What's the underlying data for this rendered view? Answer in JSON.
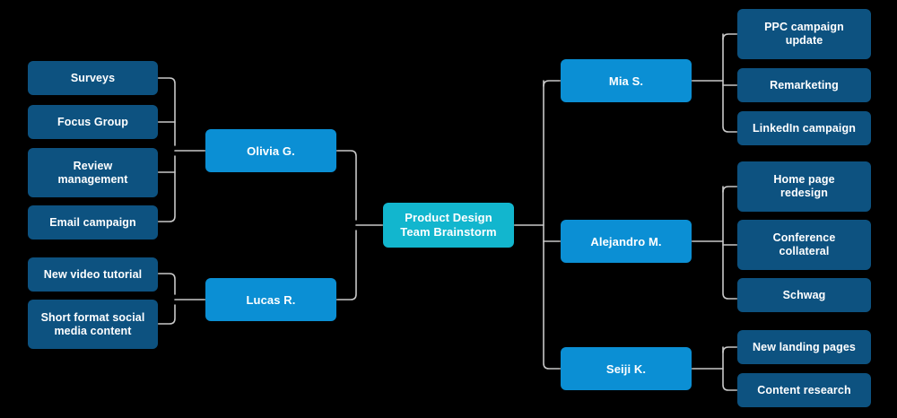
{
  "diagram": {
    "title": "Product Design Team Brainstorm mind map",
    "background_color": "#000000",
    "connector_color": "#c8c8c8",
    "palette": {
      "root": "#12b6ce",
      "person": "#0b8fd4",
      "leaf": "#0d5280",
      "text": "#ffffff"
    },
    "root": {
      "label": "Product Design Team Brainstorm",
      "line1": "Product Design",
      "line2": "Team Brainstorm"
    },
    "left_branches": [
      {
        "person": "Olivia G.",
        "children": [
          "Surveys",
          "Focus Group",
          "Review management",
          "Email campaign"
        ]
      },
      {
        "person": "Lucas R.",
        "children": [
          "New video tutorial",
          "Short format social media content"
        ]
      }
    ],
    "right_branches": [
      {
        "person": "Mia S.",
        "children": [
          "PPC campaign update",
          "Remarketing",
          "LinkedIn campaign"
        ]
      },
      {
        "person": "Alejandro M.",
        "children": [
          "Home page redesign",
          "Conference collateral",
          "Schwag"
        ]
      },
      {
        "person": "Seiji K.",
        "children": [
          "New landing pages",
          "Content research"
        ]
      }
    ],
    "nodes": {
      "surveys": "Surveys",
      "focus_group": "Focus Group",
      "review_management_l1": "Review",
      "review_management_l2": "management",
      "email_campaign": "Email campaign",
      "new_video_tutorial": "New video tutorial",
      "short_format_l1": "Short format social",
      "short_format_l2": "media content",
      "olivia": "Olivia G.",
      "lucas": "Lucas R.",
      "mia": "Mia S.",
      "alejandro": "Alejandro M.",
      "seiji": "Seiji K.",
      "ppc_l1": "PPC campaign",
      "ppc_l2": "update",
      "remarketing": "Remarketing",
      "linkedin_campaign": "LinkedIn campaign",
      "home_page_l1": "Home page",
      "home_page_l2": "redesign",
      "conference_l1": "Conference",
      "conference_l2": "collateral",
      "schwag": "Schwag",
      "new_landing_pages": "New landing pages",
      "content_research": "Content research"
    }
  }
}
